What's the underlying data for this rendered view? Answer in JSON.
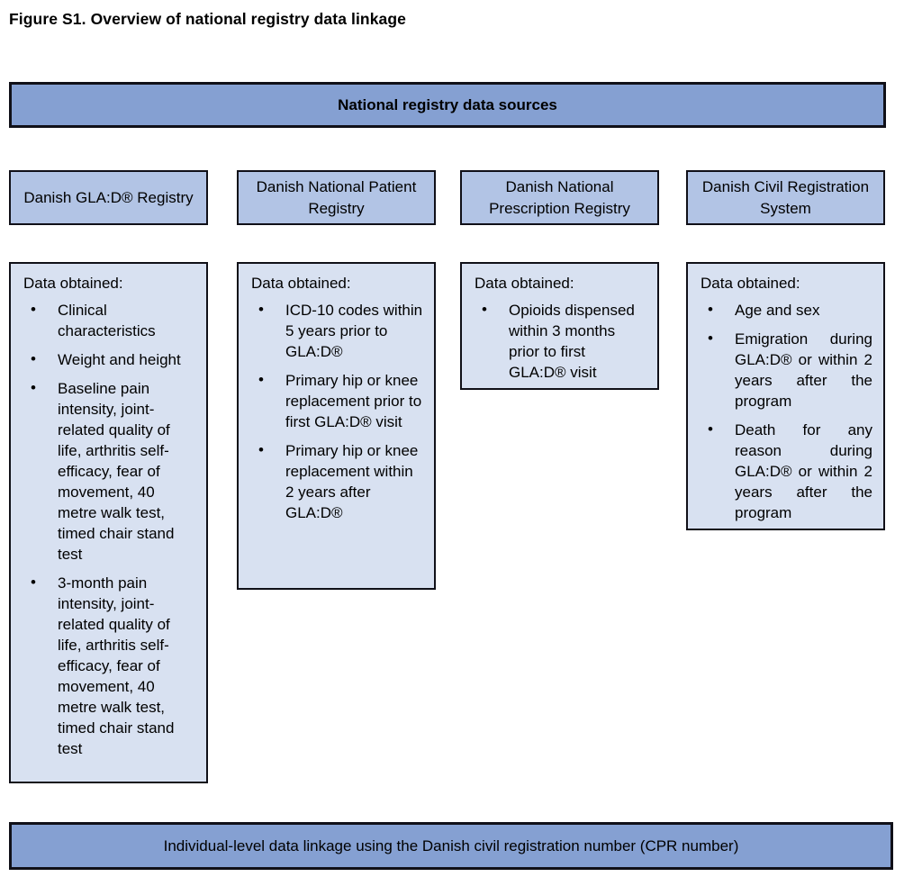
{
  "figure_title": "Figure S1. Overview of national registry data linkage",
  "header": {
    "label": "National registry data sources"
  },
  "data_obtained_label": "Data obtained:",
  "columns": [
    {
      "registry": "Danish GLA:D® Registry",
      "items": [
        "Clinical characteristics",
        "Weight and height",
        "Baseline pain intensity, joint-related quality of life, arthritis self-efficacy, fear of movement, 40 metre walk test, timed chair stand test",
        "3-month pain intensity, joint-related quality of life, arthritis self-efficacy, fear of movement, 40 metre walk test, timed chair stand test"
      ]
    },
    {
      "registry": "Danish National Patient Registry",
      "items": [
        "ICD-10 codes within 5 years prior to GLA:D®",
        "Primary hip or knee replacement prior to first GLA:D® visit",
        "Primary hip or knee replacement within 2 years after GLA:D®"
      ]
    },
    {
      "registry": "Danish National Prescription Registry",
      "items": [
        "Opioids dispensed within 3 months prior to first GLA:D® visit"
      ]
    },
    {
      "registry": "Danish Civil Registration System",
      "items": [
        "Age and sex",
        "Emigration during GLA:D® or within 2 years after the program",
        "Death for any reason during GLA:D® or within 2 years after the program"
      ]
    }
  ],
  "footer": {
    "label": "Individual-level data linkage using the Danish civil registration number (CPR number)"
  },
  "colors": {
    "band_fill": "#85a0d2",
    "registry_fill": "#b2c4e5",
    "data_fill": "#d8e1f1",
    "border": "#101018",
    "text": "#000000",
    "background": "#ffffff"
  }
}
